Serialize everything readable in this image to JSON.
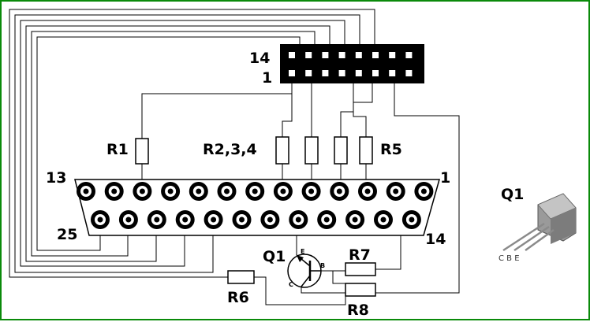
{
  "header": {
    "pin_label_top": "14",
    "pin_label_bottom": "1"
  },
  "connector": {
    "pin_label_1": "1",
    "pin_label_13": "13",
    "pin_label_14": "14",
    "pin_label_25": "25"
  },
  "components": {
    "r1": "R1",
    "r234": "R2,3,4",
    "r5": "R5",
    "r6": "R6",
    "r7": "R7",
    "r8": "R8",
    "q1": "Q1",
    "q1_e": "E",
    "q1_b": "B",
    "q1_c": "C"
  },
  "transistor_package": {
    "title": "Q1",
    "pins": "C B E"
  },
  "colors": {
    "border": "#0a8a0a",
    "line": "#000000",
    "package": "#8a8a8a"
  }
}
